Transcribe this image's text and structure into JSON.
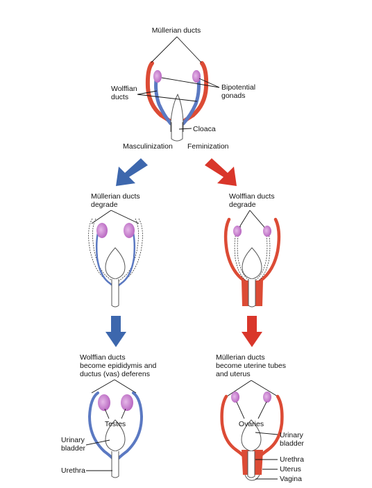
{
  "colors": {
    "mullerian": "#dc4b35",
    "wolffian": "#5b79c2",
    "gonad": "#c575c9",
    "gonad_light": "#e2b3e5",
    "arrow_blue": "#3d67ad",
    "arrow_red": "#d9362a",
    "outline": "#555555"
  },
  "labels": {
    "mullerian_ducts": "Müllerian ducts",
    "wolffian_ducts_line1": "Wolffian",
    "wolffian_ducts_line2": "ducts",
    "bipotential_line1": "Bipotential",
    "bipotential_line2": "gonads",
    "cloaca": "Cloaca",
    "masculinization": "Masculinization",
    "feminization": "Feminization",
    "mullerian_degrade_line1": "Müllerian ducts",
    "mullerian_degrade_line2": "degrade",
    "wolffian_degrade_line1": "Wolffian ducts",
    "wolffian_degrade_line2": "degrade",
    "wolffian_become_line1": "Wolffian ducts",
    "wolffian_become_line2": "become epididymis and",
    "wolffian_become_line3": "ductus (vas) deferens",
    "mullerian_become_line1": "Müllerian ducts",
    "mullerian_become_line2": "become uterine tubes",
    "mullerian_become_line3": "and uterus",
    "testes": "Testes",
    "ovaries": "Ovaries",
    "urinary_bladder_line1": "Urinary",
    "urinary_bladder_line2": "bladder",
    "urethra": "Urethra",
    "uterus": "Uterus",
    "vagina": "Vagina"
  }
}
